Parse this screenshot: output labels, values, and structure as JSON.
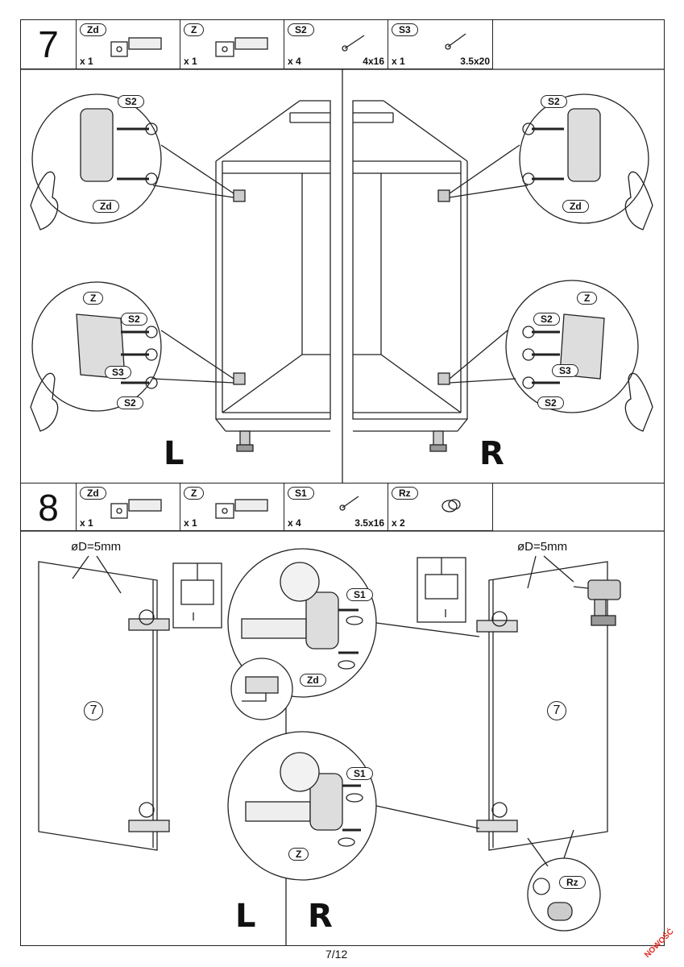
{
  "step7": {
    "number": "7",
    "parts": [
      {
        "code": "Zd",
        "qty": "x 1",
        "size": ""
      },
      {
        "code": "Z",
        "qty": "x 1",
        "size": ""
      },
      {
        "code": "S2",
        "qty": "x 4",
        "size": "4x16"
      },
      {
        "code": "S3",
        "qty": "x 1",
        "size": "3.5x20"
      }
    ],
    "left_callouts": {
      "top_screw": "S2",
      "top_hinge": "Zd",
      "bottom_hinge": "Z",
      "bottom_screw_a": "S2",
      "bottom_screw_b": "S3",
      "bottom_screw_c": "S2"
    },
    "right_callouts": {
      "top_screw": "S2",
      "top_hinge": "Zd",
      "bottom_hinge": "Z",
      "bottom_screw_a": "S2",
      "bottom_screw_b": "S3",
      "bottom_screw_c": "S2"
    },
    "left_label": "L",
    "right_label": "R"
  },
  "step8": {
    "number": "8",
    "parts": [
      {
        "code": "Zd",
        "qty": "x 1",
        "size": ""
      },
      {
        "code": "Z",
        "qty": "x 1",
        "size": ""
      },
      {
        "code": "S1",
        "qty": "x 4",
        "size": "3.5x16"
      },
      {
        "code": "Rz",
        "qty": "x 2",
        "size": ""
      }
    ],
    "dimension_left": "øD=5mm",
    "dimension_right": "øD=5mm",
    "door_number_left": "7",
    "door_number_right": "7",
    "detail_top_screw": "S1",
    "detail_top_hinge": "Zd",
    "detail_bottom_screw": "S1",
    "detail_bottom_hinge": "Z",
    "rz_callout": "Rz",
    "left_label": "L",
    "right_label": "R"
  },
  "footer": {
    "page": "7/12",
    "stamp": "NOWOŚĆ"
  }
}
